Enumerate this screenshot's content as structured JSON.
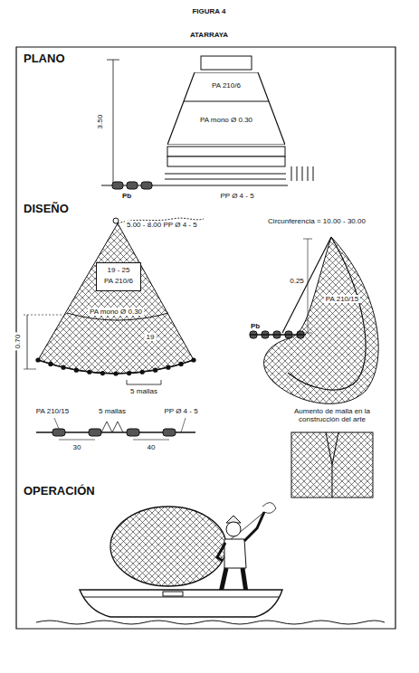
{
  "diagram": {
    "title": "FIGURA 4",
    "nodes": [
      {
        "text": [
          "PA 210/6",
          "PA mono Ø 0.30"
        ]
      },
      {
        "text": [
          "19 - 25",
          "PA 210/6"
        ]
      }
    ],
    "labels": [
      "ATARRAYA",
      "PLANO",
      "3.50",
      "Pb",
      "PP Ø 4 - 5",
      "DISEÑO",
      "5.00 - 8.00 PP Ø 4 - 5",
      "PA mono Ø 0.30",
      "19",
      "0.70",
      "5 mallas",
      "Circunferencia = 10.00 - 30.00",
      "0.25",
      "PA 210/15",
      "Pb",
      "PA 210/15",
      "5 mallas",
      "PP Ø 4 - 5",
      "30",
      "40",
      "Aumento de malla en la construcción del arte",
      "OPERACIÓN"
    ]
  }
}
